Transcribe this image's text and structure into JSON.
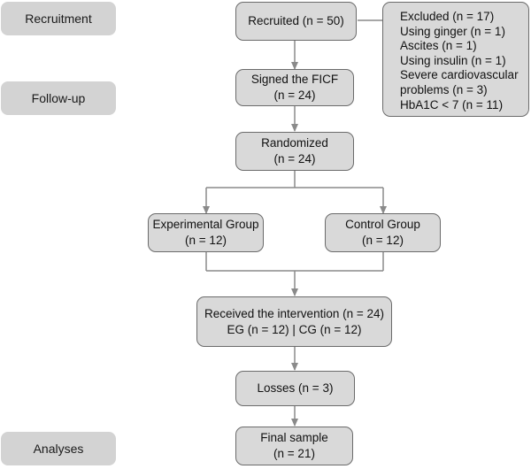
{
  "stages": {
    "recruitment": "Recruitment",
    "follow_up": "Follow-up",
    "analyses": "Analyses"
  },
  "boxes": {
    "recruited": {
      "lines": [
        "Recruited (n = 50)"
      ]
    },
    "excluded": {
      "lines": [
        "Excluded (n = 17)",
        "Using ginger (n = 1)",
        "Ascites (n = 1)",
        "Using insulin (n = 1)",
        "Severe cardiovascular",
        "problems (n = 3)",
        "HbA1C < 7  (n = 11)"
      ]
    },
    "signed": {
      "lines": [
        "Signed the FICF",
        "(n = 24)"
      ]
    },
    "randomized": {
      "lines": [
        "Randomized",
        "(n = 24)"
      ]
    },
    "experimental": {
      "lines": [
        "Experimental Group",
        "(n = 12)"
      ]
    },
    "control": {
      "lines": [
        "Control Group",
        "(n = 12)"
      ]
    },
    "intervention": {
      "lines": [
        "Received the intervention (n = 24)",
        "EG (n = 12) | CG (n = 12)"
      ]
    },
    "losses": {
      "lines": [
        "Losses (n = 3)"
      ]
    },
    "final": {
      "lines": [
        "Final sample",
        "(n = 21)"
      ]
    }
  },
  "colors": {
    "box_fill": "#d9d9d9",
    "box_border": "#6b6b6b",
    "stage_fill": "#d3d3d3",
    "connector": "#8a8a8a"
  }
}
